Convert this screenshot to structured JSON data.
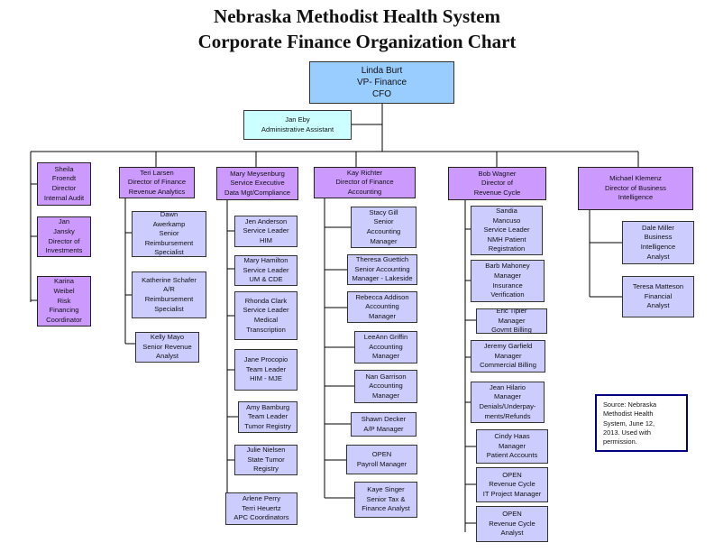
{
  "title_line1": "Nebraska Methodist Health System",
  "title_line2": "Corporate Finance Organization Chart",
  "vp": "Linda  Burt\nVP- Finance\nCFO",
  "assistant": "Jan Eby\nAdministrative Assistant",
  "col1": [
    "Sheila\nFroendt\nDirector\nInternal Audit",
    "Jan\nJansky\nDirector of\nInvestments",
    "Karina\nWeibel\nRisk\nFinancing\nCoordinator"
  ],
  "teri": {
    "head": "Teri Larsen\nDirector of Finance\nRevenue Analytics",
    "reports": [
      "Dawn\nAwerkamp\nSenior\nReimbursement\nSpecialist",
      "Katherine Schafer\nA/R\nReimbursement\nSpecialist",
      "Kelly Mayo\nSenior Revenue\nAnalyst"
    ]
  },
  "mary": {
    "head": "Mary Meysenburg\nService Executive\nData Mgt/Compliance",
    "reports": [
      "Jen Anderson\nService Leader\nHIM",
      "Mary Hamilton\nService Leader\nUM & CDE",
      "Rhonda Clark\nService Leader\nMedical\nTranscription",
      "Jane Procopio\nTeam Leader\nHIM - MJE",
      "Amy Bamburg\nTeam Leader\nTumor Registry",
      "Julie Nielsen\nState Tumor\nRegistry",
      "Arlene Perry\nTerri Heuertz\nAPC Coordinators"
    ]
  },
  "kay": {
    "head": "Kay Richter\nDirector of Finance\nAccounting",
    "reports": [
      "Stacy Gill\nSenior\nAccounting\nManager",
      "Theresa Guettich\nSenior Accounting\nManager - Lakeside",
      "Rebecca Addison\nAccounting\nManager",
      "LeeAnn Griffin\nAccounting\nManager",
      "Nan Garrison\nAccounting\nManager",
      "Shawn Decker\nA/P Manager",
      "OPEN\nPayroll Manager",
      "Kaye Singer\nSenior Tax &\nFinance Analyst"
    ]
  },
  "bob": {
    "head": "Bob Wagner\nDirector of\nRevenue Cycle",
    "reports": [
      "Sandia\nMancuso\nService Leader\nNMH Patient\nRegistration",
      "Barb Mahoney\nManager\nInsurance\nVerification",
      "Eric Tipler\nManager\nGovmt Billing",
      "Jeremy Garfield\nManager\nCommercial Billing",
      "Jean Hilario\nManager\nDenials/Underpay-\nments/Refunds",
      "Cindy Haas\nManager\nPatient Accounts",
      "OPEN\nRevenue Cycle\nIT Project Manager",
      "OPEN\nRevenue  Cycle\nAnalyst"
    ]
  },
  "michael": {
    "head": "Michael Klemenz\nDirector of Business\nIntelligence",
    "reports": [
      "Dale Miller\nBusiness\nIntelligence\nAnalyst",
      "Teresa Matteson\nFinancial\nAnalyst"
    ]
  },
  "source_note": "Source: Nebraska\nMethodist Health\nSystem, June 12,\n2013. Used with\npermission."
}
